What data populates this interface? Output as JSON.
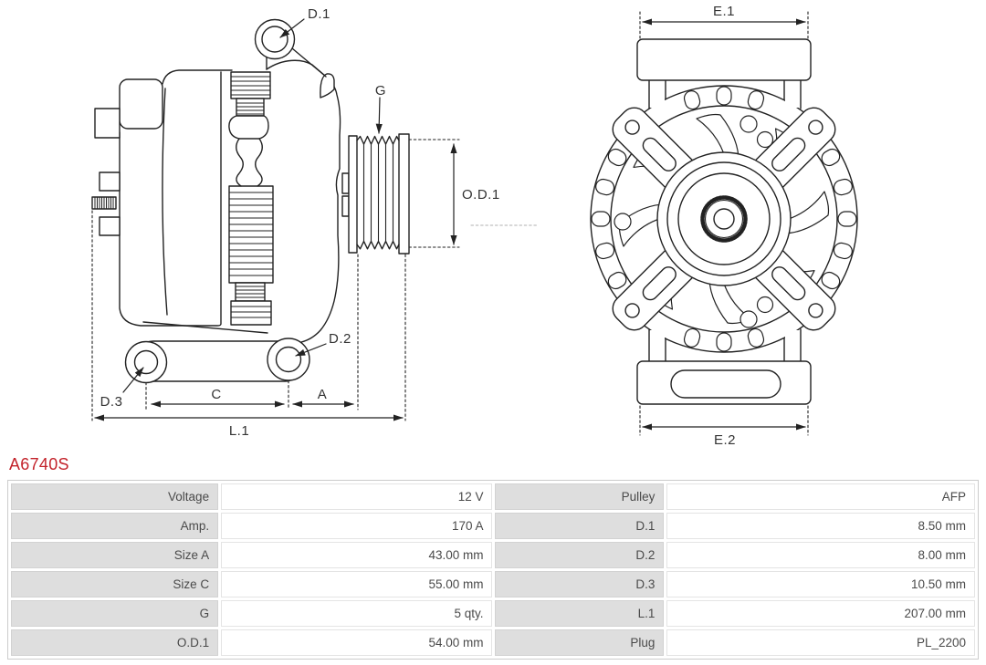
{
  "part_number": "A6740S",
  "colors": {
    "accent_red": "#c3232b",
    "line_art": "#222222",
    "table_label_bg": "#dedede"
  },
  "drawing": {
    "side_view": {
      "labels": {
        "d1": "D.1",
        "g": "G",
        "od1": "O.D.1",
        "d2": "D.2",
        "d3": "D.3",
        "c": "C",
        "a": "A",
        "l1": "L.1"
      }
    },
    "front_view": {
      "labels": {
        "e1": "E.1",
        "e2": "E.2"
      }
    }
  },
  "spec_table": {
    "rows": [
      {
        "label_left": "Voltage",
        "value_left": "12 V",
        "label_right": "Pulley",
        "value_right": "AFP"
      },
      {
        "label_left": "Amp.",
        "value_left": "170 A",
        "label_right": "D.1",
        "value_right": "8.50 mm"
      },
      {
        "label_left": "Size A",
        "value_left": "43.00 mm",
        "label_right": "D.2",
        "value_right": "8.00 mm"
      },
      {
        "label_left": "Size C",
        "value_left": "55.00 mm",
        "label_right": "D.3",
        "value_right": "10.50 mm"
      },
      {
        "label_left": "G",
        "value_left": "5 qty.",
        "label_right": "L.1",
        "value_right": "207.00 mm"
      },
      {
        "label_left": "O.D.1",
        "value_left": "54.00 mm",
        "label_right": "Plug",
        "value_right": "PL_2200"
      }
    ]
  }
}
